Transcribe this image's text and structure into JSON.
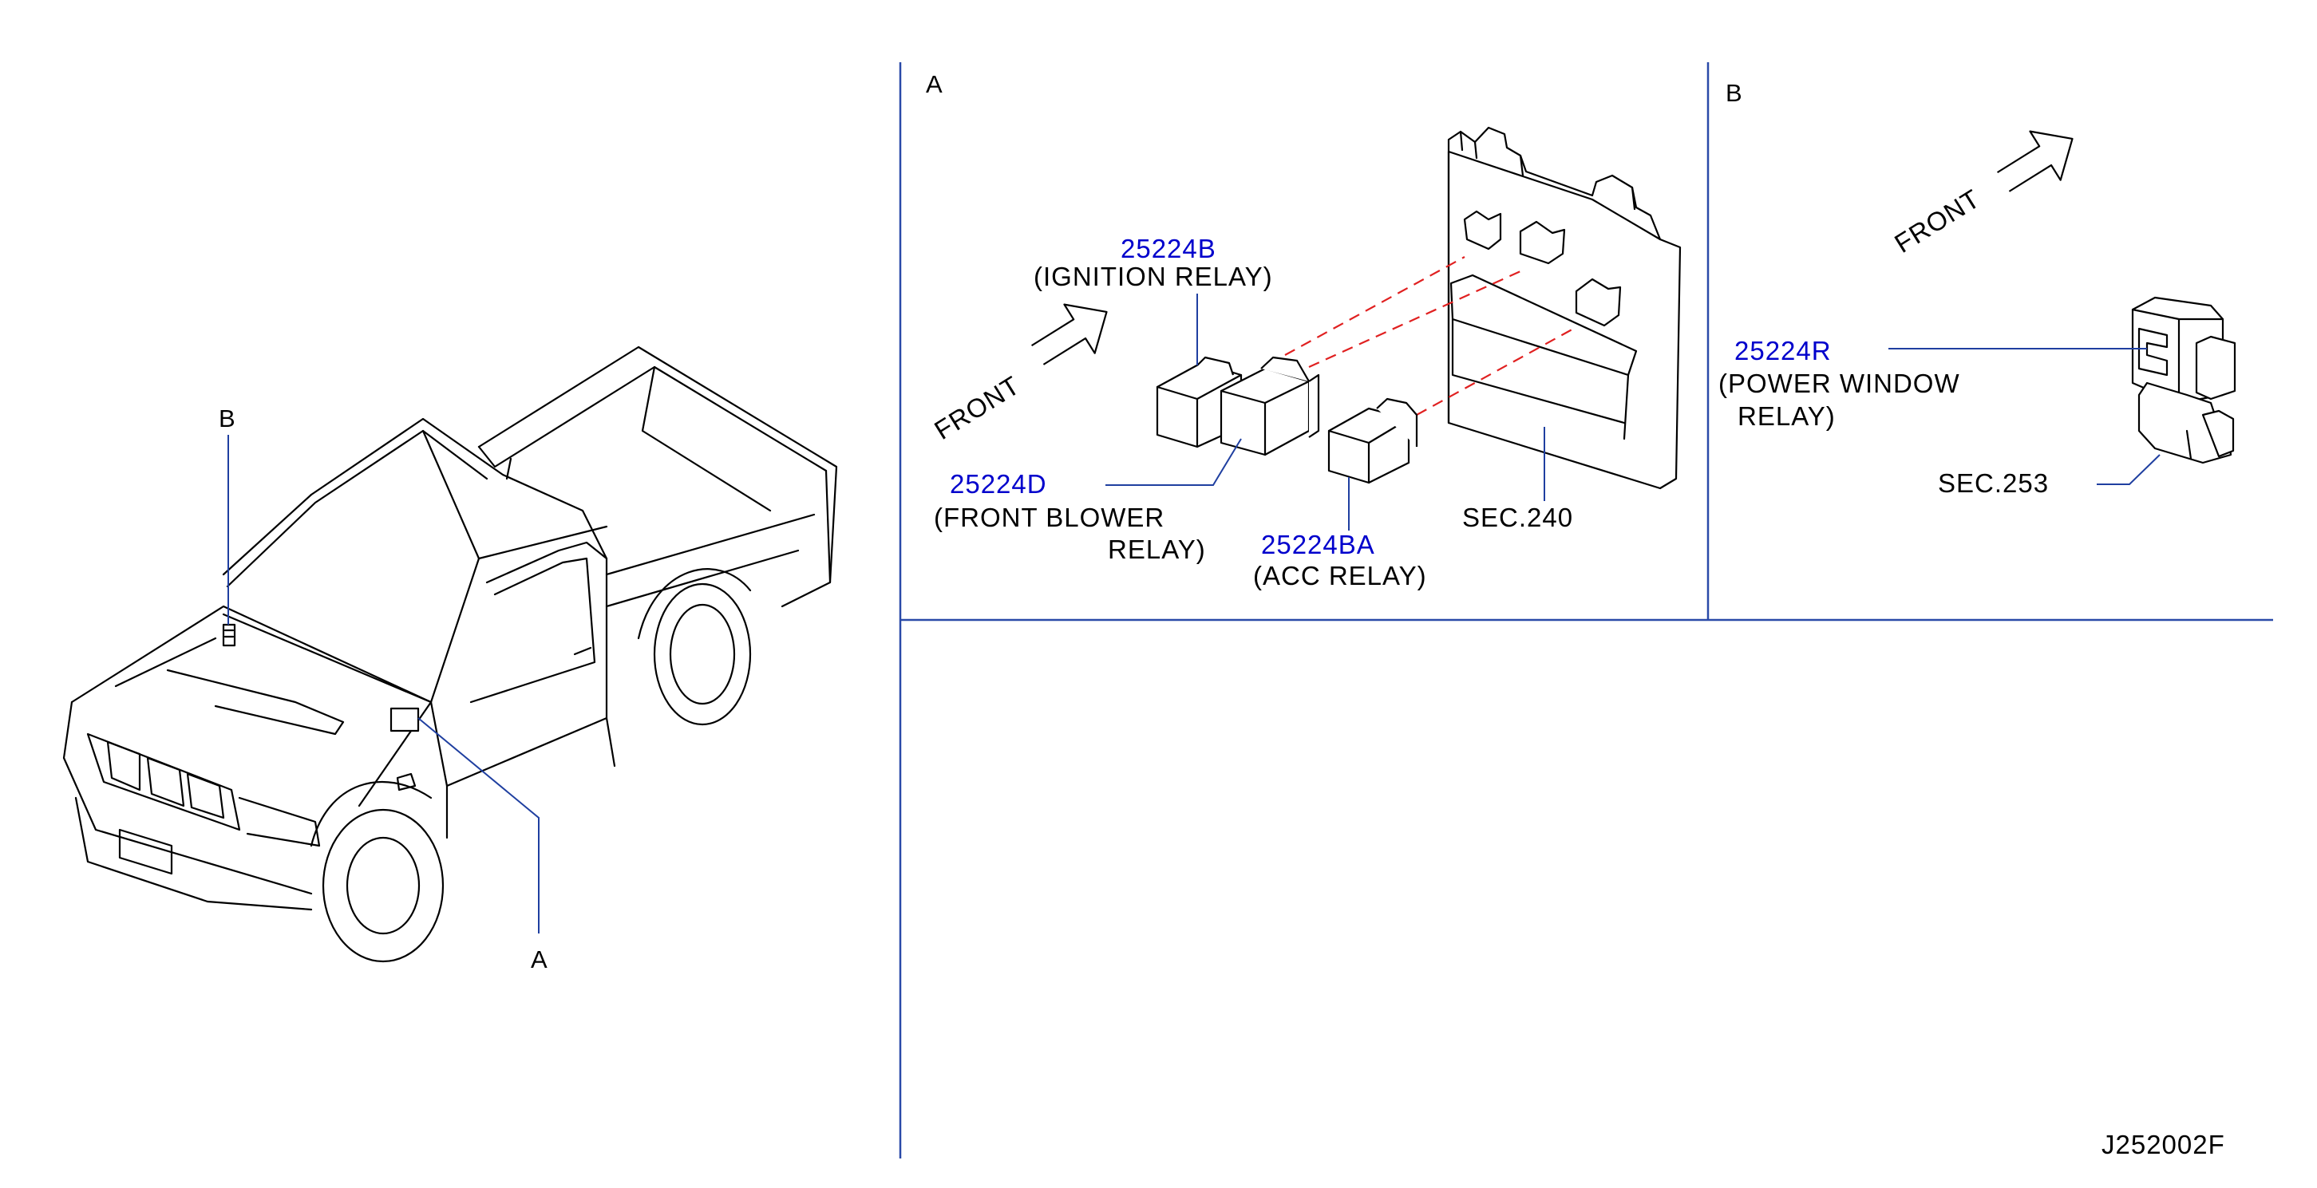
{
  "views": {
    "vehicle": {
      "label_a": "A",
      "label_b": "B"
    },
    "a": {
      "corner_label": "A",
      "front_label": "FRONT",
      "parts": [
        {
          "number": "25224B",
          "name": [
            "(IGNITION   RELAY)"
          ]
        },
        {
          "number": "25224D",
          "name": [
            "(FRONT   BLOWER",
            "RELAY)"
          ]
        },
        {
          "number": "25224BA",
          "name": [
            "(ACC   RELAY)"
          ]
        }
      ],
      "section_ref": "SEC.240"
    },
    "b": {
      "corner_label": "B",
      "front_label": "FRONT",
      "parts": [
        {
          "number": "25224R",
          "name": [
            "(POWER   WINDOW",
            "RELAY)"
          ]
        }
      ],
      "section_ref": "SEC.253"
    }
  },
  "drawing_code": "J252002F",
  "colors": {
    "line": "#000000",
    "part_number": "#0000cc",
    "frame": "#2a4aa8",
    "hidden_line": "#e02020"
  }
}
